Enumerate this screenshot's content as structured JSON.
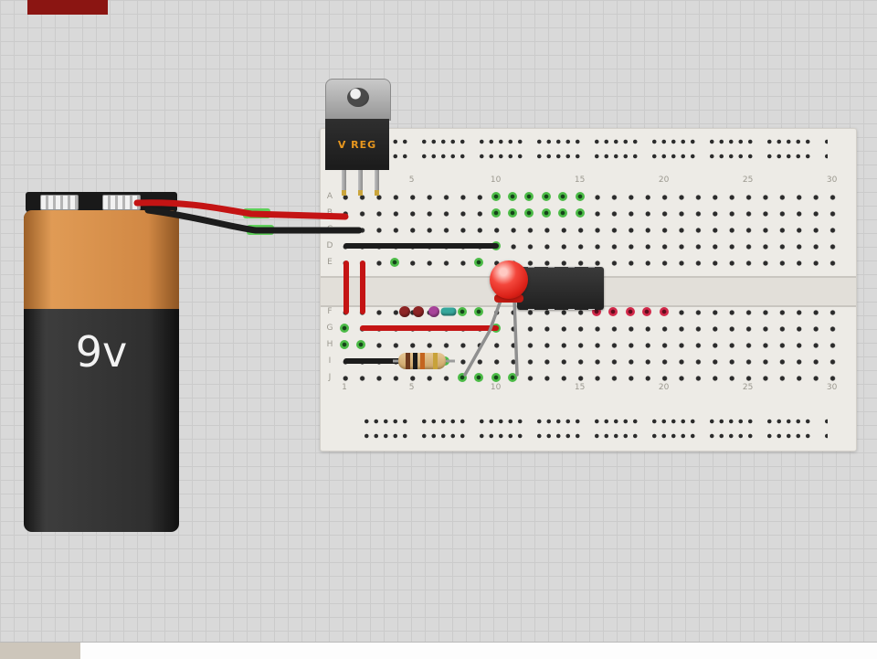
{
  "window": {
    "accent_color": "#8b1512",
    "background_color": "#d9d9d9",
    "bottom_bar_color": "#fdfdfd"
  },
  "battery": {
    "label": "9v",
    "band_color": "#d18844",
    "body_color": "#262626"
  },
  "regulator": {
    "label": "V REG",
    "label_color": "#e8971e"
  },
  "breadboard": {
    "column_numbers": [
      1,
      5,
      10,
      15,
      20,
      25,
      30
    ],
    "row_letters_top": [
      "A",
      "B",
      "C",
      "D",
      "E"
    ],
    "row_letters_bottom": [
      "F",
      "G",
      "H",
      "I",
      "J"
    ],
    "green_holes": [
      [
        "A",
        10
      ],
      [
        "A",
        11
      ],
      [
        "A",
        12
      ],
      [
        "A",
        13
      ],
      [
        "A",
        14
      ],
      [
        "A",
        15
      ],
      [
        "B",
        10
      ],
      [
        "B",
        11
      ],
      [
        "B",
        12
      ],
      [
        "B",
        13
      ],
      [
        "B",
        14
      ],
      [
        "B",
        15
      ],
      [
        "D",
        10
      ],
      [
        "E",
        4
      ],
      [
        "E",
        9
      ],
      [
        "F",
        8
      ],
      [
        "F",
        9
      ],
      [
        "G",
        1
      ],
      [
        "G",
        10
      ],
      [
        "H",
        1
      ],
      [
        "H",
        2
      ],
      [
        "I",
        7
      ],
      [
        "J",
        8
      ],
      [
        "J",
        9
      ],
      [
        "J",
        10
      ],
      [
        "J",
        11
      ]
    ],
    "red_holes": [
      [
        "F",
        16
      ],
      [
        "F",
        17
      ],
      [
        "F",
        18
      ],
      [
        "F",
        19
      ],
      [
        "F",
        20
      ]
    ],
    "beads": [
      {
        "name": "bead-dark-red-1",
        "row": "F",
        "col": 4.6,
        "color": "#8e2525",
        "shape": "round"
      },
      {
        "name": "bead-dark-red-2",
        "row": "F",
        "col": 5.4,
        "color": "#8e2525",
        "shape": "round"
      },
      {
        "name": "bead-magenta",
        "row": "F",
        "col": 6.3,
        "color": "#a8439a",
        "shape": "round"
      },
      {
        "name": "bead-teal",
        "row": "F",
        "col": 7.2,
        "color": "#35a79c",
        "shape": "pill"
      }
    ]
  },
  "components": {
    "ic": {
      "name": "8-pin DIP IC",
      "body_color": "#2b2b2b"
    },
    "led": {
      "name": "red LED",
      "color": "#d91f16"
    },
    "resistor": {
      "name": "axial resistor",
      "body_color": "#d8b077"
    },
    "wires": [
      {
        "name": "battery-positive-wire",
        "color": "#c41414"
      },
      {
        "name": "battery-negative-wire",
        "color": "#1c1c1c"
      },
      {
        "name": "row-d-jumper",
        "color": "#1c1c1c"
      },
      {
        "name": "vertical-jumper-1",
        "color": "#c41414"
      },
      {
        "name": "vertical-jumper-2",
        "color": "#c41414"
      },
      {
        "name": "row-g-jumper",
        "color": "#c41414"
      },
      {
        "name": "row-i-jumper",
        "color": "#1c1c1c"
      }
    ],
    "highlight_green": "#4cbb47",
    "highlight_red": "#d2294a"
  }
}
